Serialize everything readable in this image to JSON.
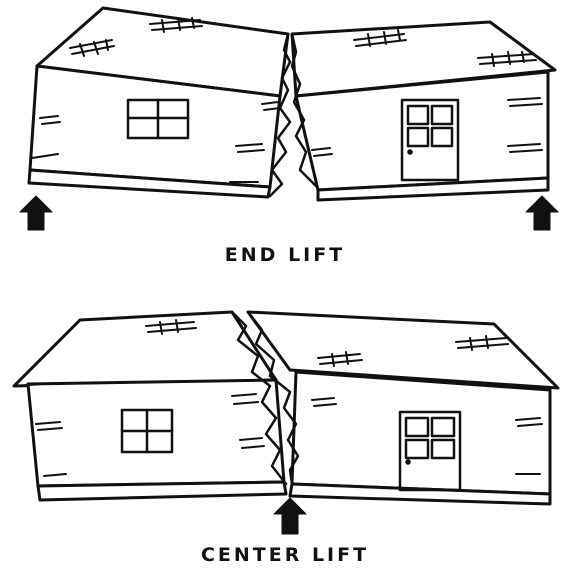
{
  "figures": [
    {
      "id": "end",
      "caption": "END LIFT"
    },
    {
      "id": "center",
      "caption": "CENTER LIFT"
    }
  ],
  "colors": {
    "ink": "#111111",
    "paper": "#ffffff"
  },
  "icons": [
    "house-left-half",
    "house-right-half",
    "window",
    "door",
    "brick-hatch",
    "crack",
    "lift-arrow"
  ]
}
